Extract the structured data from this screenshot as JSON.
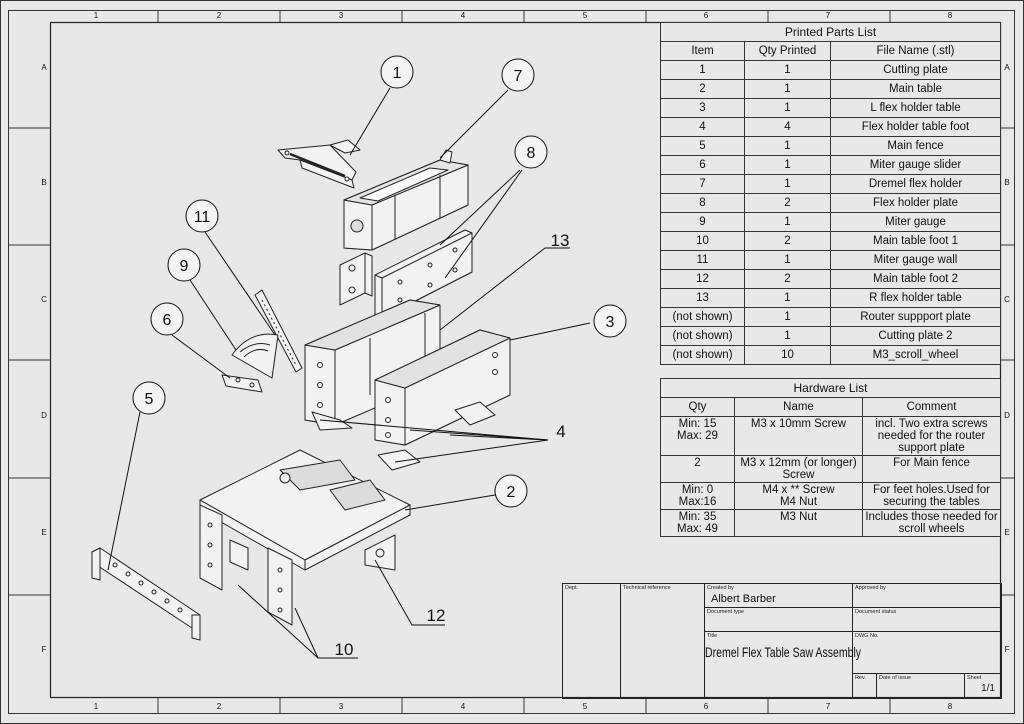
{
  "border": {
    "columns": [
      "1",
      "2",
      "3",
      "4",
      "5",
      "6",
      "7",
      "8"
    ],
    "rows": [
      "A",
      "B",
      "C",
      "D",
      "E",
      "F"
    ]
  },
  "balloons": [
    "1",
    "7",
    "8",
    "11",
    "13",
    "9",
    "6",
    "3",
    "5",
    "4",
    "2",
    "12",
    "10"
  ],
  "parts_list": {
    "title": "Printed Parts List",
    "headers": [
      "Item",
      "Qty Printed",
      "File Name (.stl)"
    ],
    "rows": [
      [
        "1",
        "1",
        "Cutting plate"
      ],
      [
        "2",
        "1",
        "Main table"
      ],
      [
        "3",
        "1",
        "L flex holder table"
      ],
      [
        "4",
        "4",
        "Flex holder table foot"
      ],
      [
        "5",
        "1",
        "Main fence"
      ],
      [
        "6",
        "1",
        "Miter gauge slider"
      ],
      [
        "7",
        "1",
        "Dremel flex holder"
      ],
      [
        "8",
        "2",
        "Flex holder plate"
      ],
      [
        "9",
        "1",
        "Miter gauge"
      ],
      [
        "10",
        "2",
        "Main table foot 1"
      ],
      [
        "11",
        "1",
        "Miter gauge wall"
      ],
      [
        "12",
        "2",
        "Main table foot 2"
      ],
      [
        "13",
        "1",
        "R flex holder table"
      ],
      [
        "(not shown)",
        "1",
        "Router suppport plate"
      ],
      [
        "(not shown)",
        "1",
        "Cutting plate 2"
      ],
      [
        "(not shown)",
        "10",
        "M3_scroll_wheel"
      ]
    ]
  },
  "hardware_list": {
    "title": "Hardware List",
    "headers": [
      "Qty",
      "Name",
      "Comment"
    ],
    "rows": [
      [
        "Min: 15\nMax: 29",
        "M3 x 10mm Screw",
        "incl. Two extra screws needed for the router support plate"
      ],
      [
        "2",
        "M3 x 12mm (or longer) Screw",
        "For Main fence"
      ],
      [
        "Min: 0\nMax:16",
        "M4 x ** Screw\nM4 Nut",
        "For feet holes.Used for securing the tables"
      ],
      [
        "Min: 35\nMax: 49",
        "M3 Nut",
        "Includes those needed for scroll wheels"
      ]
    ]
  },
  "title_block": {
    "dept_label": "Dept.",
    "tech_ref_label": "Technical reference",
    "created_by_label": "Created by",
    "created_by": "Albert Barber",
    "approved_by_label": "Approved by",
    "doc_type_label": "Document type",
    "doc_status_label": "Document status",
    "title_label": "Title",
    "title": "Dremel Flex Table Saw Assembly",
    "dwg_no_label": "DWG No.",
    "rev_label": "Rev.",
    "date_label": "Date of issue",
    "sheet_label": "Sheet",
    "sheet": "1/1"
  }
}
